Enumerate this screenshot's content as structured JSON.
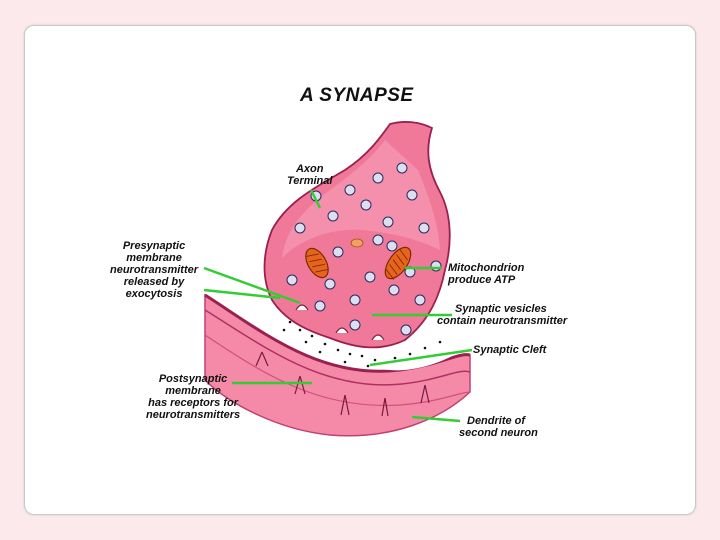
{
  "title": "A SYNAPSE",
  "labels": {
    "axon_terminal": [
      "Axon",
      "Terminal"
    ],
    "presynaptic": [
      "Presynaptic",
      "membrane",
      "neurotransmitter",
      "released by",
      "exocytosis"
    ],
    "mitochondrion": [
      "Mitochondrion",
      "produce ATP"
    ],
    "synaptic_vesicles": [
      "Synaptic vesicles",
      "contain neurotransmitter"
    ],
    "synaptic_cleft": [
      "Synaptic Cleft"
    ],
    "postsynaptic": [
      "Postsynaptic",
      "membrane",
      "has receptors for",
      "neurotransmitters"
    ],
    "dendrite": [
      "Dendrite of",
      "second neuron"
    ]
  },
  "colors": {
    "background": "#fbe9ec",
    "leader_lines": "#33cc33",
    "tissue": "#f07898",
    "tissue_light": "#f9b8c8"
  }
}
